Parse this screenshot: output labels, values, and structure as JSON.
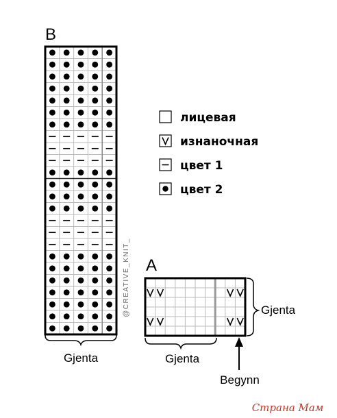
{
  "chart_b": {
    "label": "B",
    "rows": [
      "d",
      "d",
      "d",
      "d",
      "d",
      "d",
      "d",
      "-",
      "-",
      "-",
      "d",
      "d",
      "d",
      "d",
      "-",
      "-",
      "-",
      "d",
      "d",
      "d",
      "d",
      "d",
      "d",
      "d"
    ],
    "width_label": "Gjenta"
  },
  "chart_a": {
    "label": "A",
    "rows": [
      [
        " ",
        " ",
        " ",
        " ",
        " ",
        " ",
        " ",
        " ",
        " ",
        " "
      ],
      [
        "v",
        "v",
        " ",
        " ",
        " ",
        " ",
        " ",
        " ",
        "v",
        "v"
      ],
      [
        " ",
        " ",
        " ",
        " ",
        " ",
        " ",
        " ",
        " ",
        " ",
        " "
      ],
      [
        " ",
        " ",
        " ",
        " ",
        " ",
        " ",
        " ",
        " ",
        " ",
        " "
      ],
      [
        "v",
        "v",
        " ",
        " ",
        " ",
        " ",
        " ",
        " ",
        "v",
        "v"
      ],
      [
        " ",
        " ",
        " ",
        " ",
        " ",
        " ",
        " ",
        " ",
        " ",
        " "
      ]
    ],
    "width_label": "Gjenta",
    "height_label": "Gjenta",
    "start_label": "Begynn"
  },
  "legend": [
    {
      "symbol": "blank",
      "label": "лицевая"
    },
    {
      "symbol": "v",
      "label": "изнаночная"
    },
    {
      "symbol": "dash",
      "label": "цвет 1"
    },
    {
      "symbol": "dot",
      "label": "цвет 2"
    }
  ],
  "watermark_side": "@CREATIVE_KNIT_",
  "watermark_corner": "Страна Мам"
}
